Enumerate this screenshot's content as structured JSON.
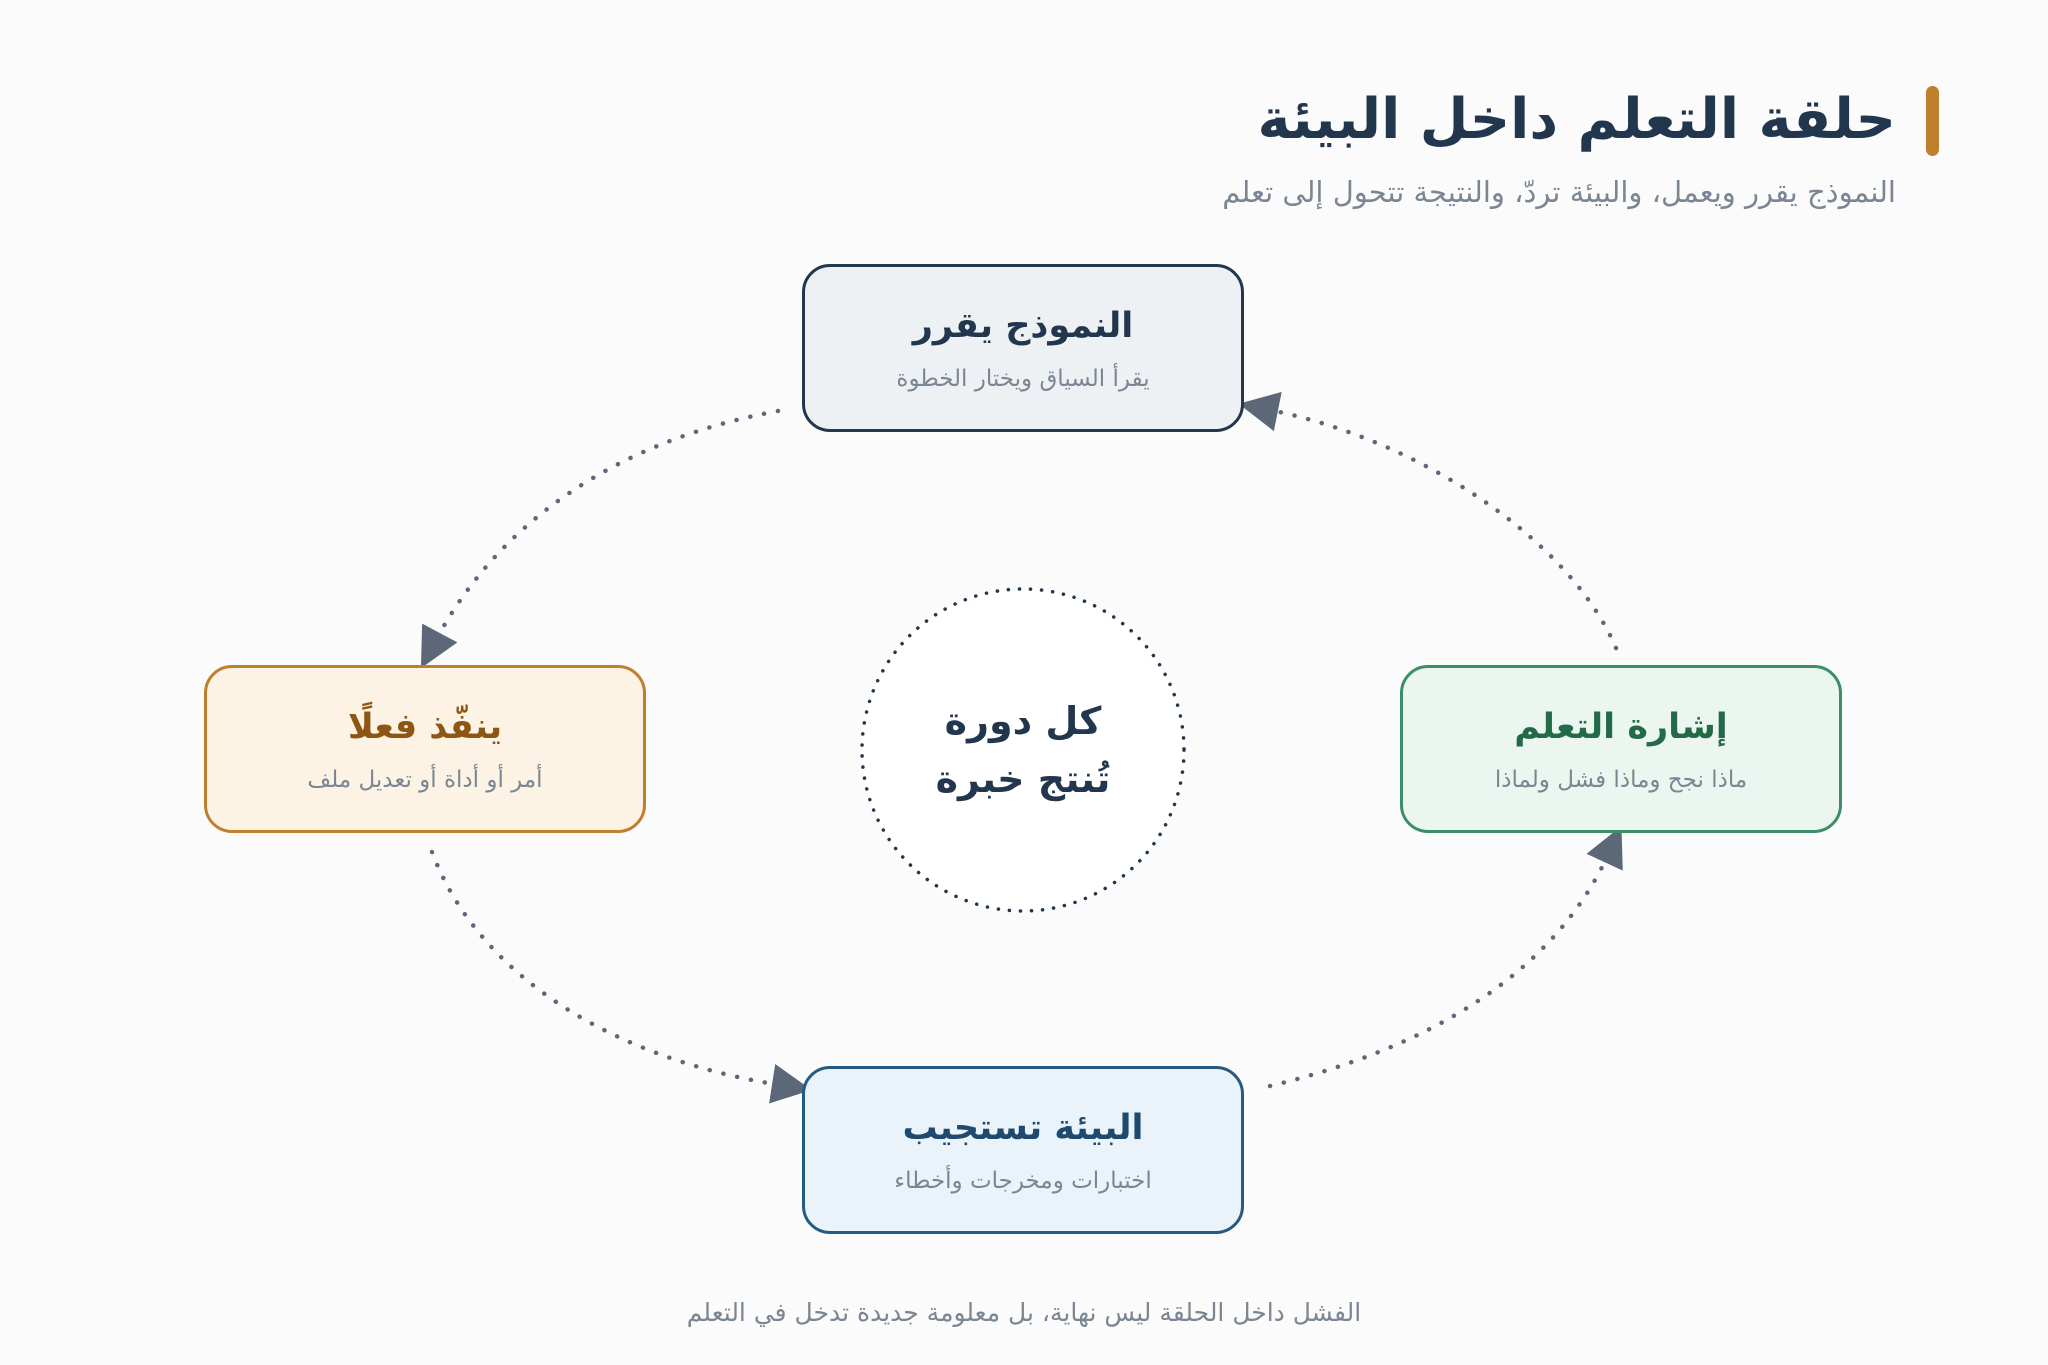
{
  "header": {
    "title": "حلقة التعلم داخل البيئة",
    "subtitle": "النموذج يقرر ويعمل، والبيئة تردّ، والنتيجة تتحول إلى تعلم"
  },
  "nodes": {
    "decide": {
      "title": "النموذج يقرر",
      "desc": "يقرأ السياق ويختار الخطوة"
    },
    "act": {
      "title": "ينفّذ فعلًا",
      "desc": "أمر أو أداة أو تعديل ملف"
    },
    "environment": {
      "title": "البيئة تستجيب",
      "desc": "اختبارات ومخرجات وأخطاء"
    },
    "signal": {
      "title": "إشارة التعلم",
      "desc": "ماذا نجح وماذا فشل ولماذا"
    }
  },
  "center": {
    "line1": "كل دورة",
    "line2": "تُنتج خبرة"
  },
  "footer": {
    "note": "الفشل داخل الحلقة ليس نهاية، بل معلومة جديدة تدخل في التعلم"
  },
  "colors": {
    "accent": "#c07f2c",
    "navy": "#22374d",
    "arrow": "#5c6878",
    "muted": "#7a8693",
    "amber_fill": "#fcf3e4",
    "green": "#3b8f67",
    "green_fill": "#eaf6ef",
    "blue": "#275a80",
    "blue_fill": "#ebf3fa",
    "gray_fill": "#eef1f4"
  }
}
